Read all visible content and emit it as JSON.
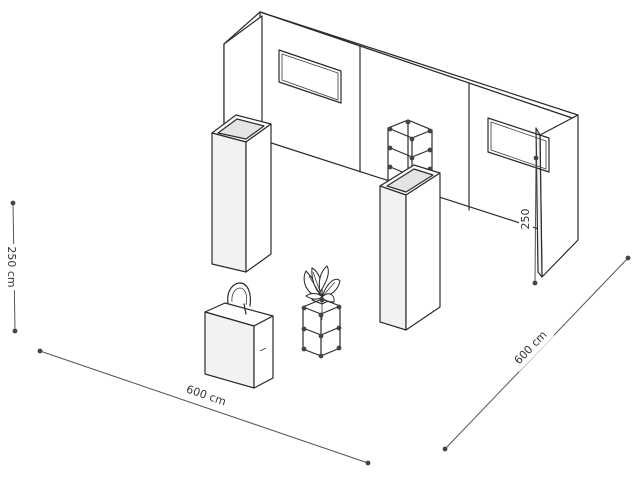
{
  "dimensions": {
    "front_width": "600 cm",
    "side_depth": "600 cm",
    "height_left": "250 cm",
    "height_right": "250"
  },
  "colors": {
    "line": "#2b2b2b",
    "dimension": "#555555",
    "background": "#ffffff"
  }
}
